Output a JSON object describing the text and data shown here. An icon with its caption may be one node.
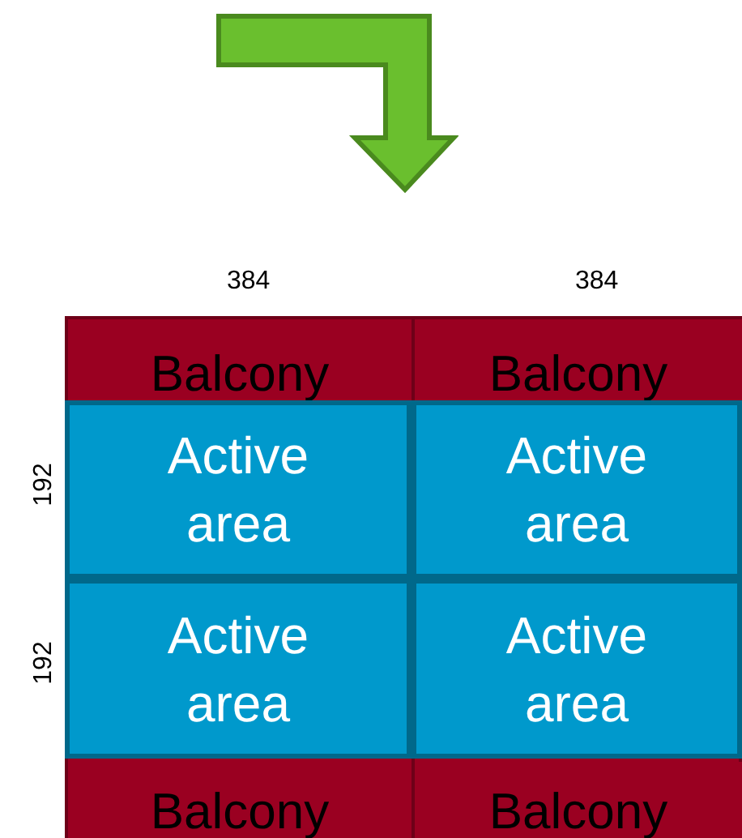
{
  "diagram": {
    "nodes": [
      {
        "text": [
          "Balcony"
        ]
      },
      {
        "text": [
          "Balcony"
        ]
      },
      {
        "text": [
          "Active area"
        ]
      },
      {
        "text": [
          "Active area"
        ]
      },
      {
        "text": [
          "Active area"
        ]
      },
      {
        "text": [
          "Active area"
        ]
      },
      {
        "text": [
          "Balcony"
        ]
      },
      {
        "text": [
          "Balcony"
        ]
      }
    ],
    "edges": [],
    "labels": [
      "384",
      "384",
      "192",
      "192"
    ]
  }
}
